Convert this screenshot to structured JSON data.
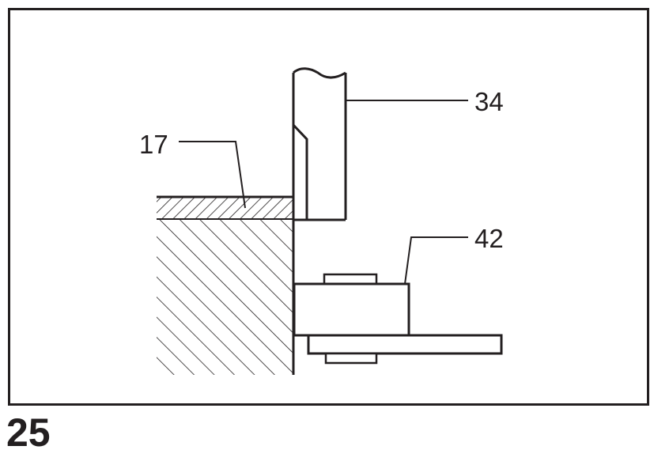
{
  "diagram": {
    "figure_number": "25",
    "callouts": {
      "part_17": "17",
      "part_34": "34",
      "part_42": "42"
    },
    "colors": {
      "ink": "#231f20",
      "paper": "#ffffff"
    }
  }
}
